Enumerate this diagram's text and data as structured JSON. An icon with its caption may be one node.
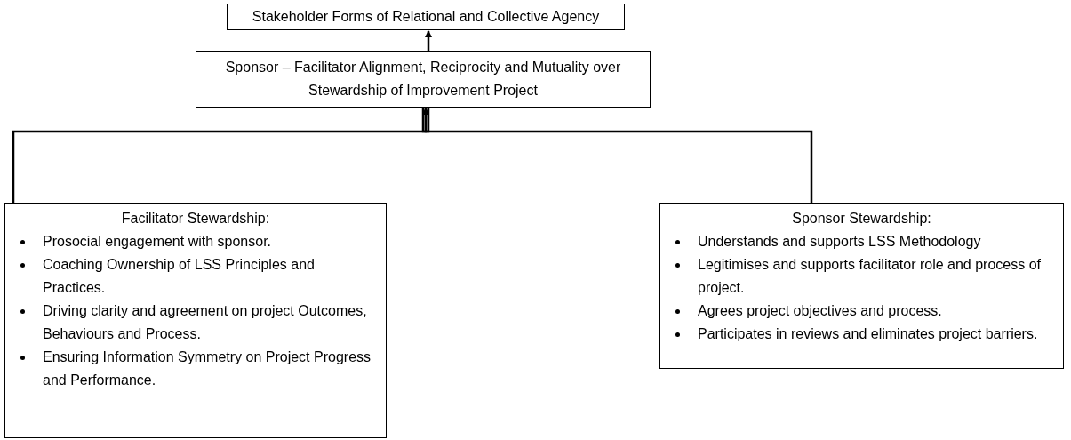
{
  "diagram": {
    "nodes": [
      {
        "text": [
          "Stakeholder Forms of Relational and Collective Agency"
        ]
      },
      {
        "text": [
          "Sponsor – Facilitator Alignment, Reciprocity and Mutuality over Stewardship of Improvement Project"
        ]
      },
      {
        "text": [
          "Facilitator Stewardship:",
          "Prosocial engagement with sponsor.",
          "Coaching Ownership of LSS Principles and Practices.",
          "Driving clarity and agreement on project Outcomes, Behaviours and Process.",
          "Ensuring Information Symmetry on Project Progress and Performance."
        ]
      },
      {
        "text": [
          "Sponsor Stewardship:",
          "Understands and supports LSS Methodology",
          "Legitimises and supports facilitator role and process of project.",
          "Agrees project objectives and process.",
          "Participates in reviews and eliminates project barriers."
        ]
      }
    ],
    "edges": [
      {
        "from": 2,
        "to": 1,
        "arrow": "to"
      },
      {
        "from": 3,
        "to": 1,
        "arrow": "to"
      },
      {
        "from": 1,
        "to": 0,
        "arrow": "to"
      }
    ]
  }
}
